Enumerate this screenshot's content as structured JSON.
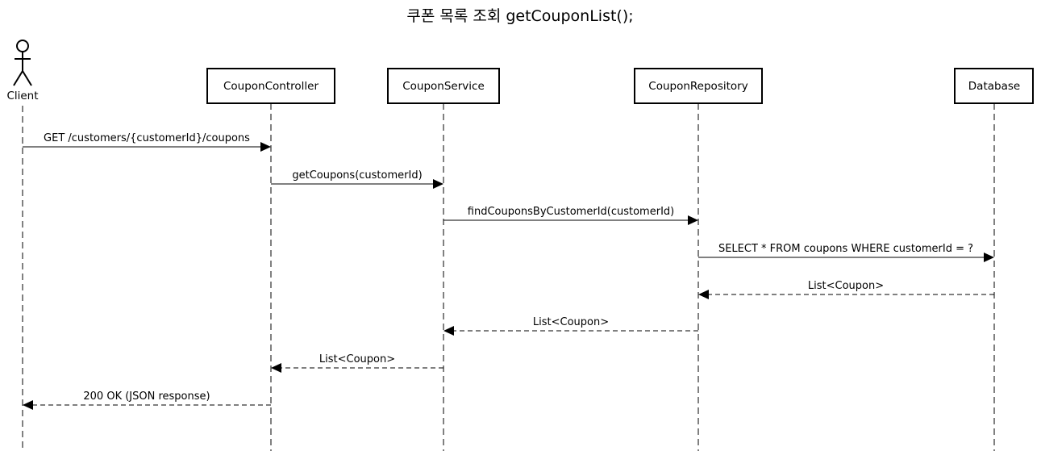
{
  "title": "쿠폰 목록 조회 getCouponList();",
  "participants": [
    {
      "id": "client",
      "label": "Client",
      "kind": "actor"
    },
    {
      "id": "controller",
      "label": "CouponController",
      "kind": "box"
    },
    {
      "id": "service",
      "label": "CouponService",
      "kind": "box"
    },
    {
      "id": "repository",
      "label": "CouponRepository",
      "kind": "box"
    },
    {
      "id": "database",
      "label": "Database",
      "kind": "box"
    }
  ],
  "messages": [
    {
      "from": "client",
      "to": "controller",
      "label": "GET /customers/{customerId}/coupons",
      "style": "solid"
    },
    {
      "from": "controller",
      "to": "service",
      "label": "getCoupons(customerId)",
      "style": "solid"
    },
    {
      "from": "service",
      "to": "repository",
      "label": "findCouponsByCustomerId(customerId)",
      "style": "solid"
    },
    {
      "from": "repository",
      "to": "database",
      "label": "SELECT * FROM coupons WHERE customerId = ?",
      "style": "solid"
    },
    {
      "from": "database",
      "to": "repository",
      "label": "List<Coupon>",
      "style": "dashed"
    },
    {
      "from": "repository",
      "to": "service",
      "label": "List<Coupon>",
      "style": "dashed"
    },
    {
      "from": "service",
      "to": "controller",
      "label": "List<Coupon>",
      "style": "dashed"
    },
    {
      "from": "controller",
      "to": "client",
      "label": "200 OK (JSON response)",
      "style": "dashed"
    }
  ]
}
